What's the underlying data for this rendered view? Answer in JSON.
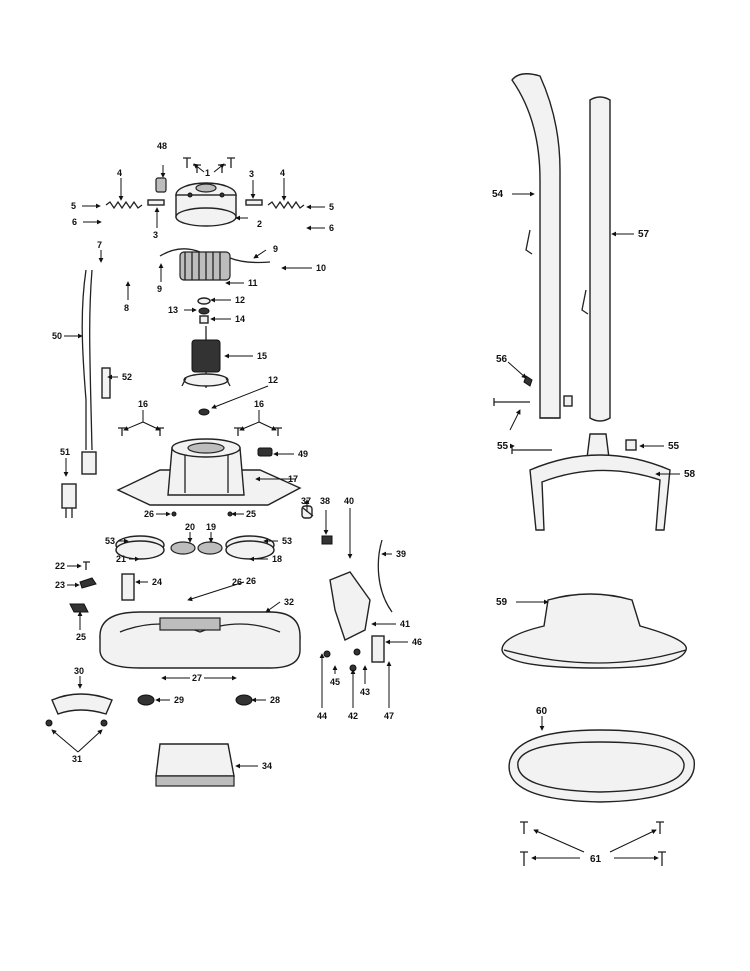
{
  "callouts": [
    "1",
    "2",
    "3",
    "3",
    "4",
    "4",
    "5",
    "5",
    "6",
    "6",
    "7",
    "8",
    "9",
    "9",
    "10",
    "11",
    "12",
    "12",
    "13",
    "14",
    "15",
    "16",
    "16",
    "17",
    "18",
    "19",
    "20",
    "21",
    "22",
    "23",
    "24",
    "25",
    "25",
    "26",
    "26",
    "26",
    "27",
    "28",
    "29",
    "30",
    "31",
    "32",
    "34",
    "37",
    "38",
    "39",
    "40",
    "41",
    "42",
    "43",
    "44",
    "45",
    "46",
    "47",
    "48",
    "49",
    "50",
    "51",
    "52",
    "53",
    "53",
    "54",
    "55",
    "55",
    "56",
    "57",
    "58",
    "59",
    "60",
    "61"
  ]
}
